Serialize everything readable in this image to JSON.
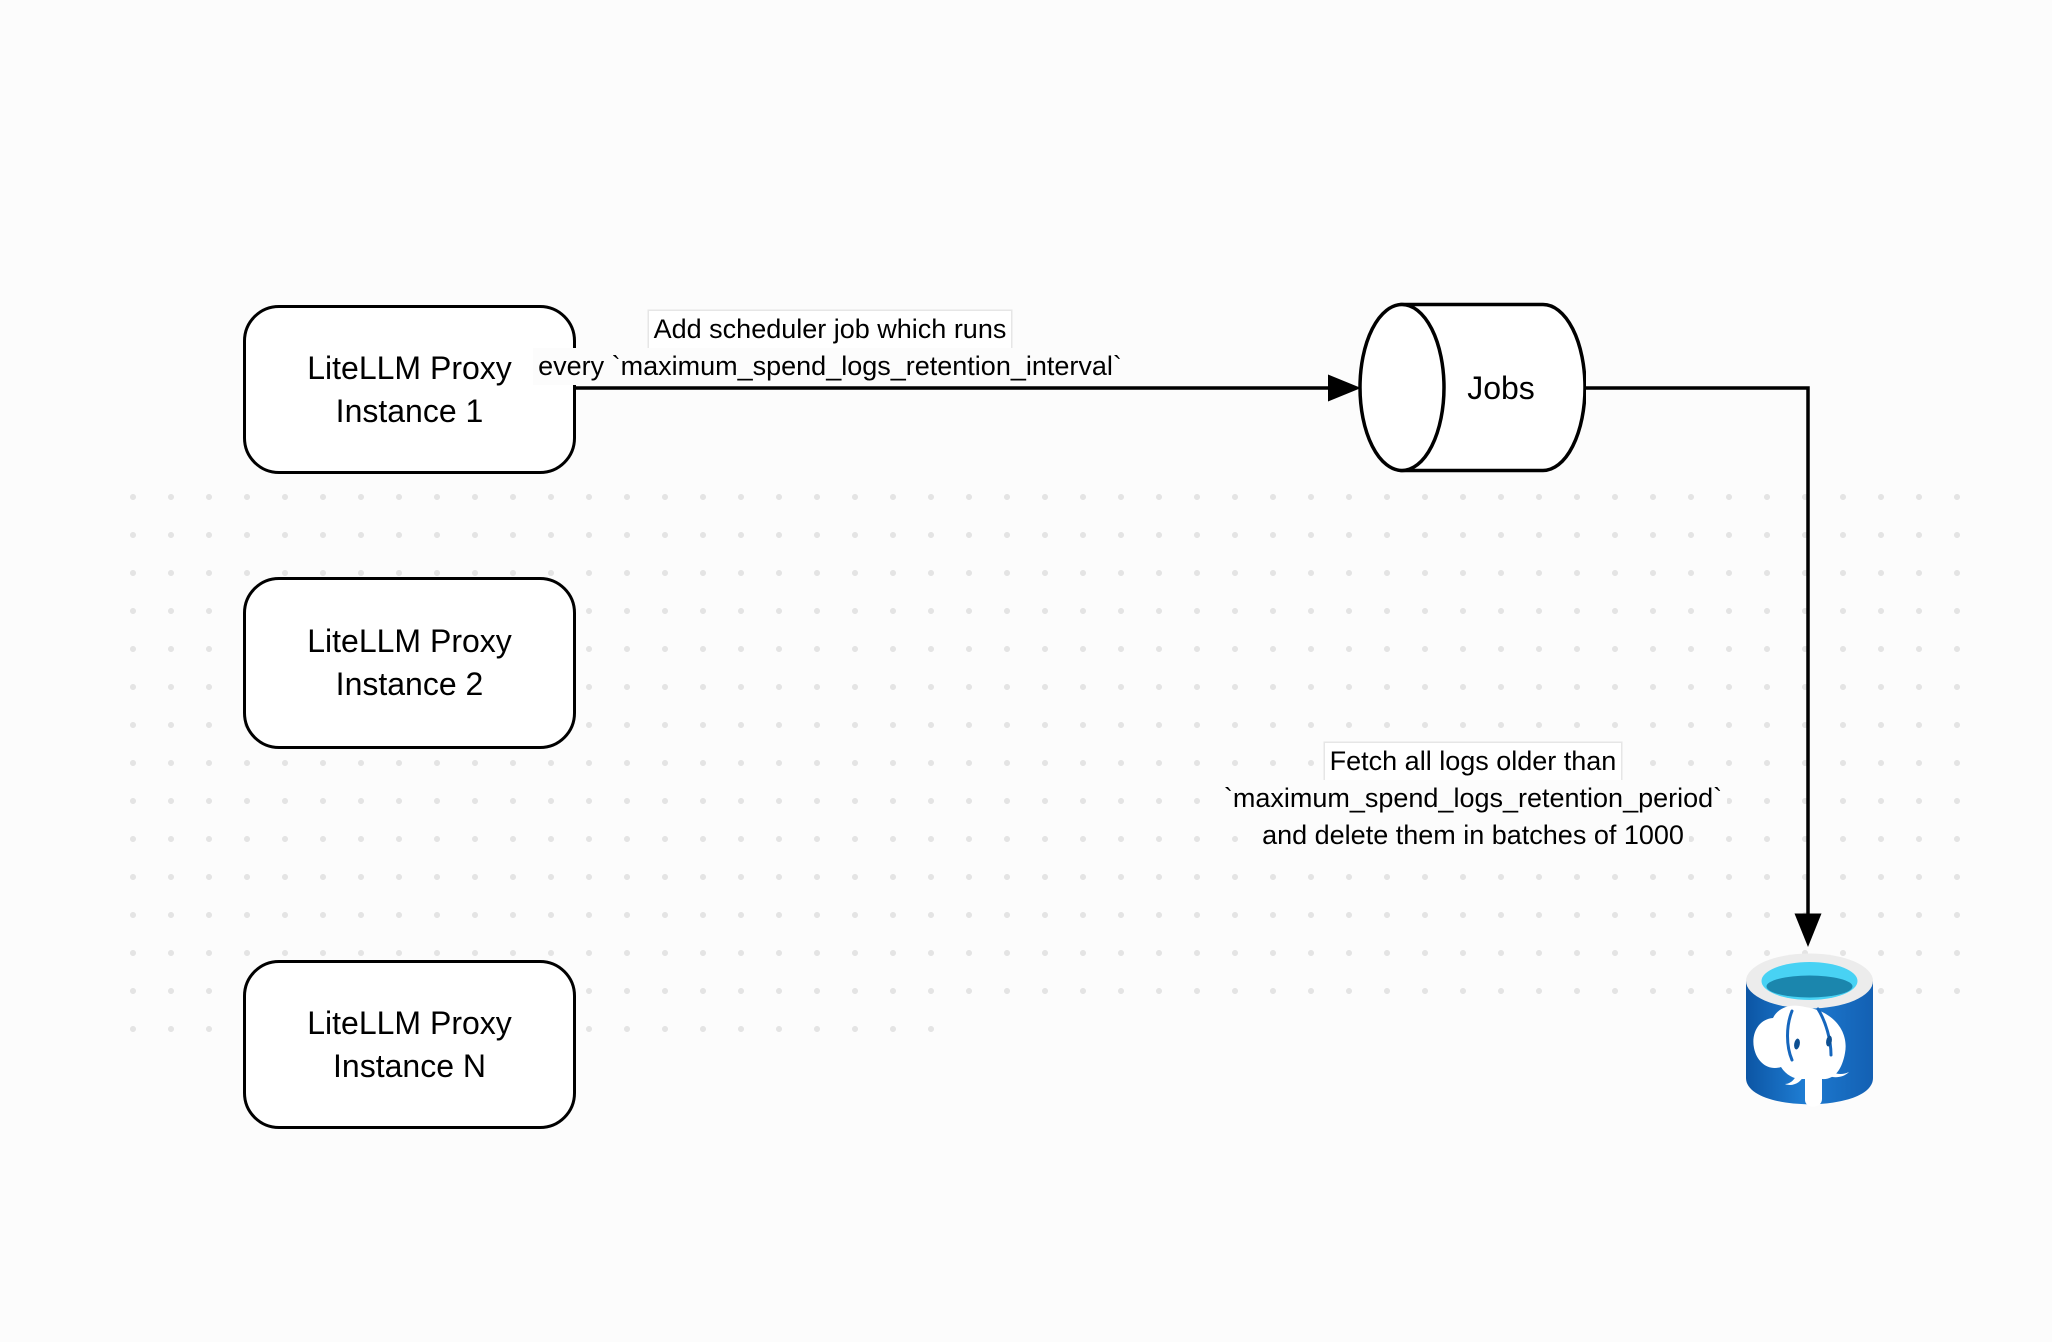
{
  "colors": {
    "canvas_bg": "#FCFCFC",
    "dot_grid": "#E4E4E4",
    "line_stroke": "#000000",
    "node_fill": "#FFFFFF",
    "pg_body_left": "#0C55A4",
    "pg_body_mid": "#1E7CD2",
    "pg_body_right": "#1360B3",
    "pg_rim": "#ECECEC",
    "pg_opening_cyan": "#48D2F4",
    "pg_liquid_teal": "#1B86AD",
    "pg_elephant": "#FFFFFF"
  },
  "nodes": {
    "proxy1": {
      "line1": "LiteLLM Proxy",
      "line2": "Instance 1"
    },
    "proxy2": {
      "line1": "LiteLLM Proxy",
      "line2": "Instance 2"
    },
    "proxyN": {
      "line1": "LiteLLM Proxy",
      "line2": "Instance N"
    },
    "jobs": {
      "label": "Jobs"
    },
    "postgres": {
      "icon": "postgresql-database"
    }
  },
  "edge_labels": {
    "scheduler": {
      "line1": "Add scheduler job which runs",
      "line2": "every `maximum_spend_logs_retention_interval`"
    },
    "cleanup": {
      "line1": "Fetch all logs older than",
      "line2": "`maximum_spend_logs_retention_period`",
      "line3": "and delete them in batches of 1000"
    }
  }
}
